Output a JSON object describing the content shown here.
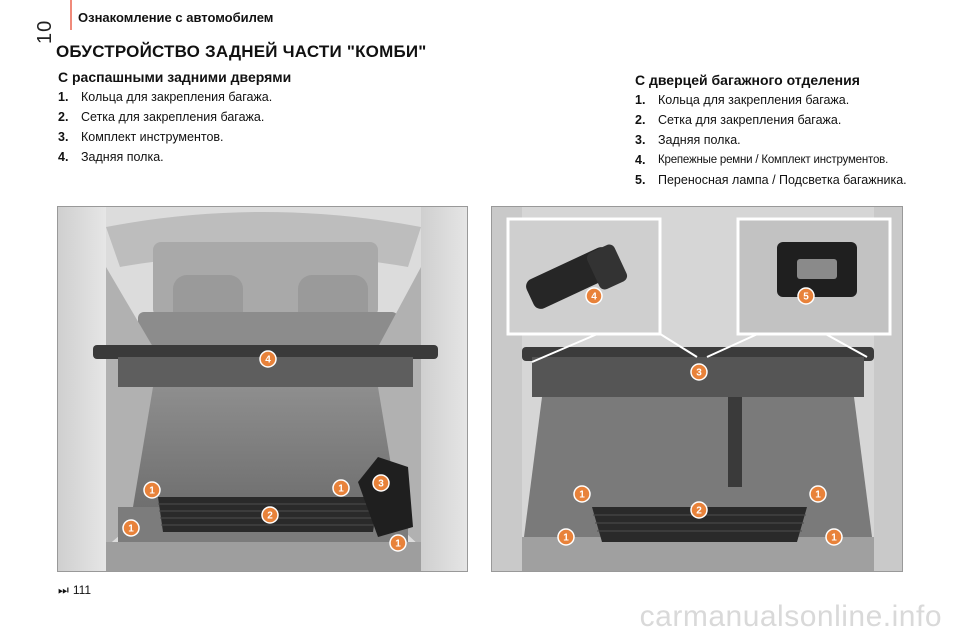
{
  "header": {
    "title": "Ознакомление с автомобилем",
    "page_number": "10"
  },
  "main_title": "ОБУСТРОЙСТВО ЗАДНЕЙ ЧАСТИ \"КОМБИ\"",
  "left_section": {
    "title": "С распашными задними дверями",
    "items": [
      {
        "num": "1.",
        "text": "Кольца для закрепления багажа."
      },
      {
        "num": "2.",
        "text": "Сетка для закрепления багажа."
      },
      {
        "num": "3.",
        "text": "Комплект инструментов."
      },
      {
        "num": "4.",
        "text": "Задняя полка."
      }
    ]
  },
  "right_section": {
    "title": "С дверцей багажного отделения",
    "items": [
      {
        "num": "1.",
        "text": "Кольца для закрепления багажа."
      },
      {
        "num": "2.",
        "text": "Сетка для закрепления багажа."
      },
      {
        "num": "3.",
        "text": "Задняя полка."
      },
      {
        "num": "4.",
        "text": "Крепежные ремни / Комплект инструментов."
      },
      {
        "num": "5.",
        "text": "Переносная лампа / Подсветка багажника."
      }
    ]
  },
  "callout_labels": [
    "1",
    "2",
    "3",
    "4",
    "5"
  ],
  "page_reference": "111",
  "watermark": "carmanualsonline.info",
  "colors": {
    "callout": "#e8823a",
    "accent_bar": "#f08a7a"
  }
}
